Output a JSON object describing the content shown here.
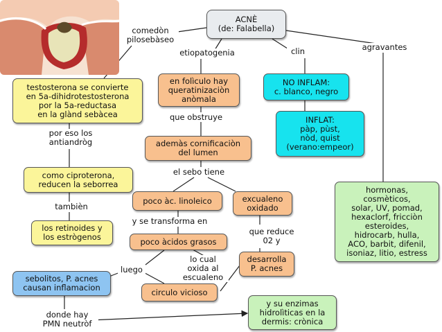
{
  "nodes": {
    "root": "ACNÈ\n(de: Falabella)",
    "testosterona": "testosterona se convierte\nen 5a-dihidrotestosterona\npor la 5a-reductasa\nen la glànd sebàcea",
    "ciproterona": "como ciproterona,\nreducen la seborrea",
    "retinoides": "los retinoides y\nlos estrògenos",
    "foliculo": "en folìculo hay\nqueratinizaciòn\nanòmala",
    "cornificacion": "ademàs cornificaciòn\ndel lumen",
    "linoleico": "poco àc. linoleico",
    "acidos_grasos": "poco àcidos grasos",
    "circulo": "circulo vicioso",
    "escualeno": "excualeno\noxidado",
    "acnes": "desarrolla\nP. acnes",
    "sebolitos": "sebolitos, P. acnes\ncausan inflamacion",
    "enzimas": "y su enzimas\nhidrolìticas en la\ndermis: crònica",
    "no_inflam": "NO INFLAM:\nc. blanco, negro",
    "inflam": "INFLAT:\npàp, pùst,\nnòd, quist\n(verano:empeor)",
    "hormonas": "hormonas,\ncosmèticos,\nsolar, UV, pomad,\nhexaclorf, fricciòn\nesteroides,\nhidrocarb, hulla,\nACO, barbit, difenil,\nisoniaz, litio, estress"
  },
  "labels": {
    "comedon": "comedòn\npilosebàseo",
    "etiopatogenia": "etiopatogenia",
    "clin": "clin",
    "agravantes": "agravantes",
    "por_eso": "por eso los\nantiandròg",
    "tambien": "tambièn",
    "que_obstruye": "que obstruye",
    "el_sebo": "el sebo tiene",
    "transforma": "y se transforma en",
    "que_reduce": "que reduce\n02 y",
    "luego": "luego",
    "lo_cual": "lo cual\noxida al\nescualeno",
    "donde_hay": "donde hay\nPMN neutròf"
  },
  "colors": {
    "yellow": "#fbf59a",
    "orange": "#f8c08e",
    "cyan": "#17e3ee",
    "green": "#c9f2bb",
    "blue": "#8ec4f1",
    "root": "#e9ecef"
  },
  "illustration": "skin-comedo-illustration"
}
